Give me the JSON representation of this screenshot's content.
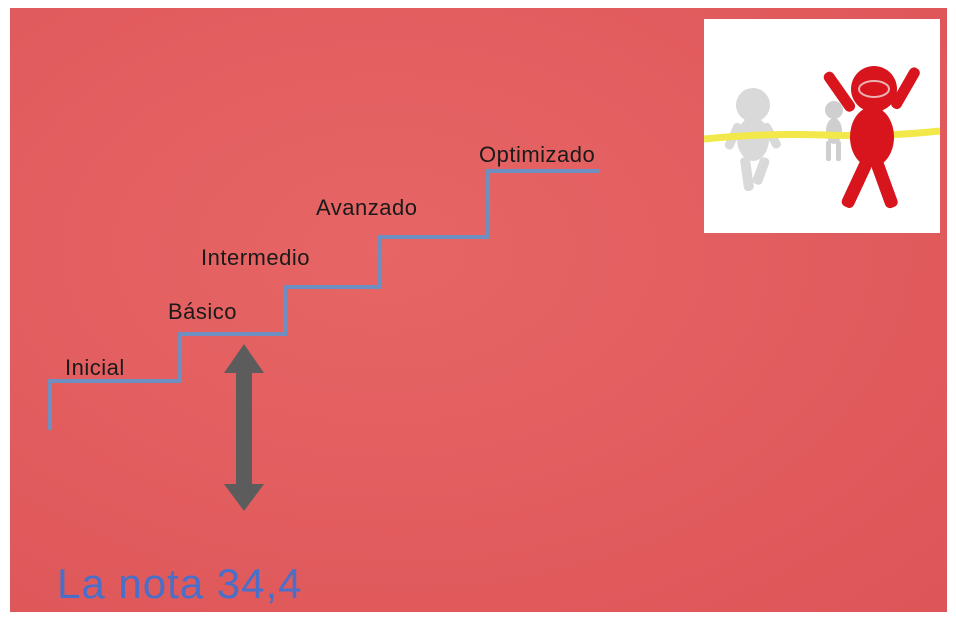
{
  "slide": {
    "background_color": "#e35f5f",
    "levels": [
      {
        "label": "Inicial"
      },
      {
        "label": "Básico"
      },
      {
        "label": "Intermedio"
      },
      {
        "label": "Avanzado"
      },
      {
        "label": "Optimizado"
      }
    ],
    "note": "La nota 34,4",
    "stair_color": "#6f8fc0",
    "arrow_color": "#5c5c5c",
    "note_color": "#4a6fc8",
    "image": {
      "icon": "finish-line-runners-image",
      "tape_color": "#f2e84a",
      "winner_color": "#d8141c"
    }
  }
}
